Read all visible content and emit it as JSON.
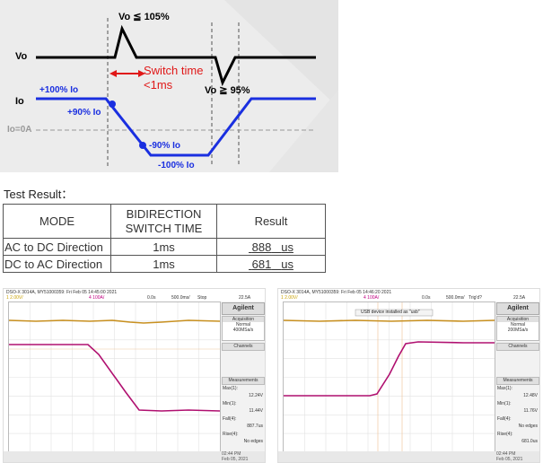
{
  "diagram": {
    "vo_max": "Vo ≦ 105%",
    "vo_min": "Vo ≧ 95%",
    "vo_label": "Vo",
    "io_label": "Io",
    "io_zero": "Io=0A",
    "plus100": "+100% Io",
    "plus90": "+90% Io",
    "minus90": "-90% Io",
    "minus100": "-100% Io",
    "switch_time_line1": "Switch time",
    "switch_time_line2": "<1ms",
    "colors": {
      "vo_line": "#000000",
      "io_line": "#1a2fe0",
      "accent_red": "#e01818",
      "label_blue": "#1a2fe0"
    }
  },
  "test_result_label": "Test Result：",
  "table": {
    "headers": [
      "MODE",
      "BIDIRECTION\nSWITCH TIME",
      "Result"
    ],
    "rows": [
      {
        "mode": "AC to DC Direction",
        "time": "1ms",
        "result": "888",
        "unit": "us"
      },
      {
        "mode": "DC to AC Direction",
        "time": "1ms",
        "result": "681",
        "unit": "us"
      }
    ]
  },
  "scope1": {
    "header_left": "DSO-X 3014A, MY51000359: Fri Feb 05 14:45:00 2021",
    "ch_scale": "2.00V/",
    "ch4_scale": "100A/",
    "timebase": "500.0ms/",
    "t0": "0.0s",
    "status": "Stop",
    "trigger_val": "22.5A",
    "brand": "Agilent",
    "acq_title": "Acquisition",
    "acq_mode": "Normal",
    "acq_rate": "400MSa/s",
    "channels_title": "Channels",
    "meas_title": "Measurements",
    "max_label": "Max(1):",
    "max_val": "12.24V",
    "min_label": "Min(1):",
    "min_val": "11.44V",
    "fall_label": "Fall(4):",
    "fall_val": "887.7us",
    "rise_label": "Rise(4):",
    "rise_val": "No edges",
    "bottom_time": "02:44 PM",
    "bottom_date": "Feb 05, 2021"
  },
  "scope2": {
    "header_left": "DSO-X 3014A, MY51000359: Fri Feb 05 14:46:20 2021",
    "ch_scale": "2.00V/",
    "ch4_scale": "100A/",
    "timebase": "500.0ms/",
    "t0": "0.0s",
    "status": "Trig'd?",
    "trigger_val": "22.5A",
    "popup": "USB device installed as \"usb\"",
    "brand": "Agilent",
    "acq_title": "Acquisition",
    "acq_mode": "Normal",
    "acq_rate": "200MSa/s",
    "channels_title": "Channels",
    "meas_title": "Measurements",
    "max_label": "Max(1):",
    "max_val": "12.48V",
    "min_label": "Min(1):",
    "min_val": "11.76V",
    "fall_label": "Fall(4):",
    "fall_val": "No edges",
    "rise_label": "Rise(4):",
    "rise_val": "681.0us",
    "bottom_time": "02:44 PM",
    "bottom_date": "Feb 05, 2021"
  }
}
